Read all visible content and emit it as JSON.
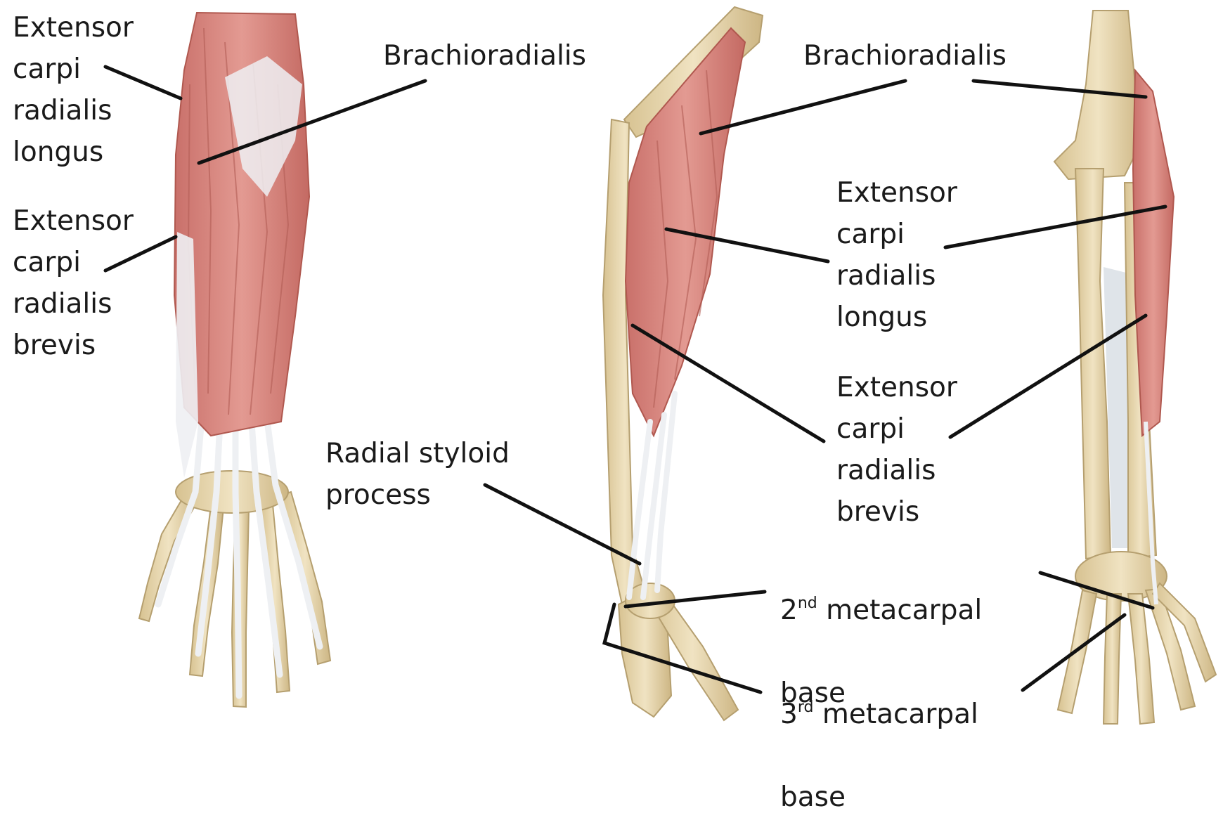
{
  "labels": {
    "ecrl_left": "Extensor\ncarpi\nradialis\nlongus",
    "ecrb_left": "Extensor\ncarpi\nradialis\nbrevis",
    "brachio_left": "Brachioradialis",
    "brachio_right": "Brachioradialis",
    "ecrl_right": "Extensor\ncarpi\nradialis\nlongus",
    "ecrb_right": "Extensor\ncarpi\nradialis\nbrevis",
    "radial_styloid": "Radial styloid\nprocess",
    "meta2_num": "2",
    "meta2_sup": "nd",
    "meta2_rest": " metacarpal",
    "meta2_line2": "base",
    "meta3_num": "3",
    "meta3_sup": "rd",
    "meta3_rest": " metacarpal",
    "meta3_line2": "base"
  },
  "colors": {
    "muscle": "#d98a82",
    "muscle_dark": "#c46a63",
    "tendon": "#e9ebee",
    "bone": "#e8d7b0",
    "bone_dark": "#c9b487",
    "leader": "#111111"
  }
}
